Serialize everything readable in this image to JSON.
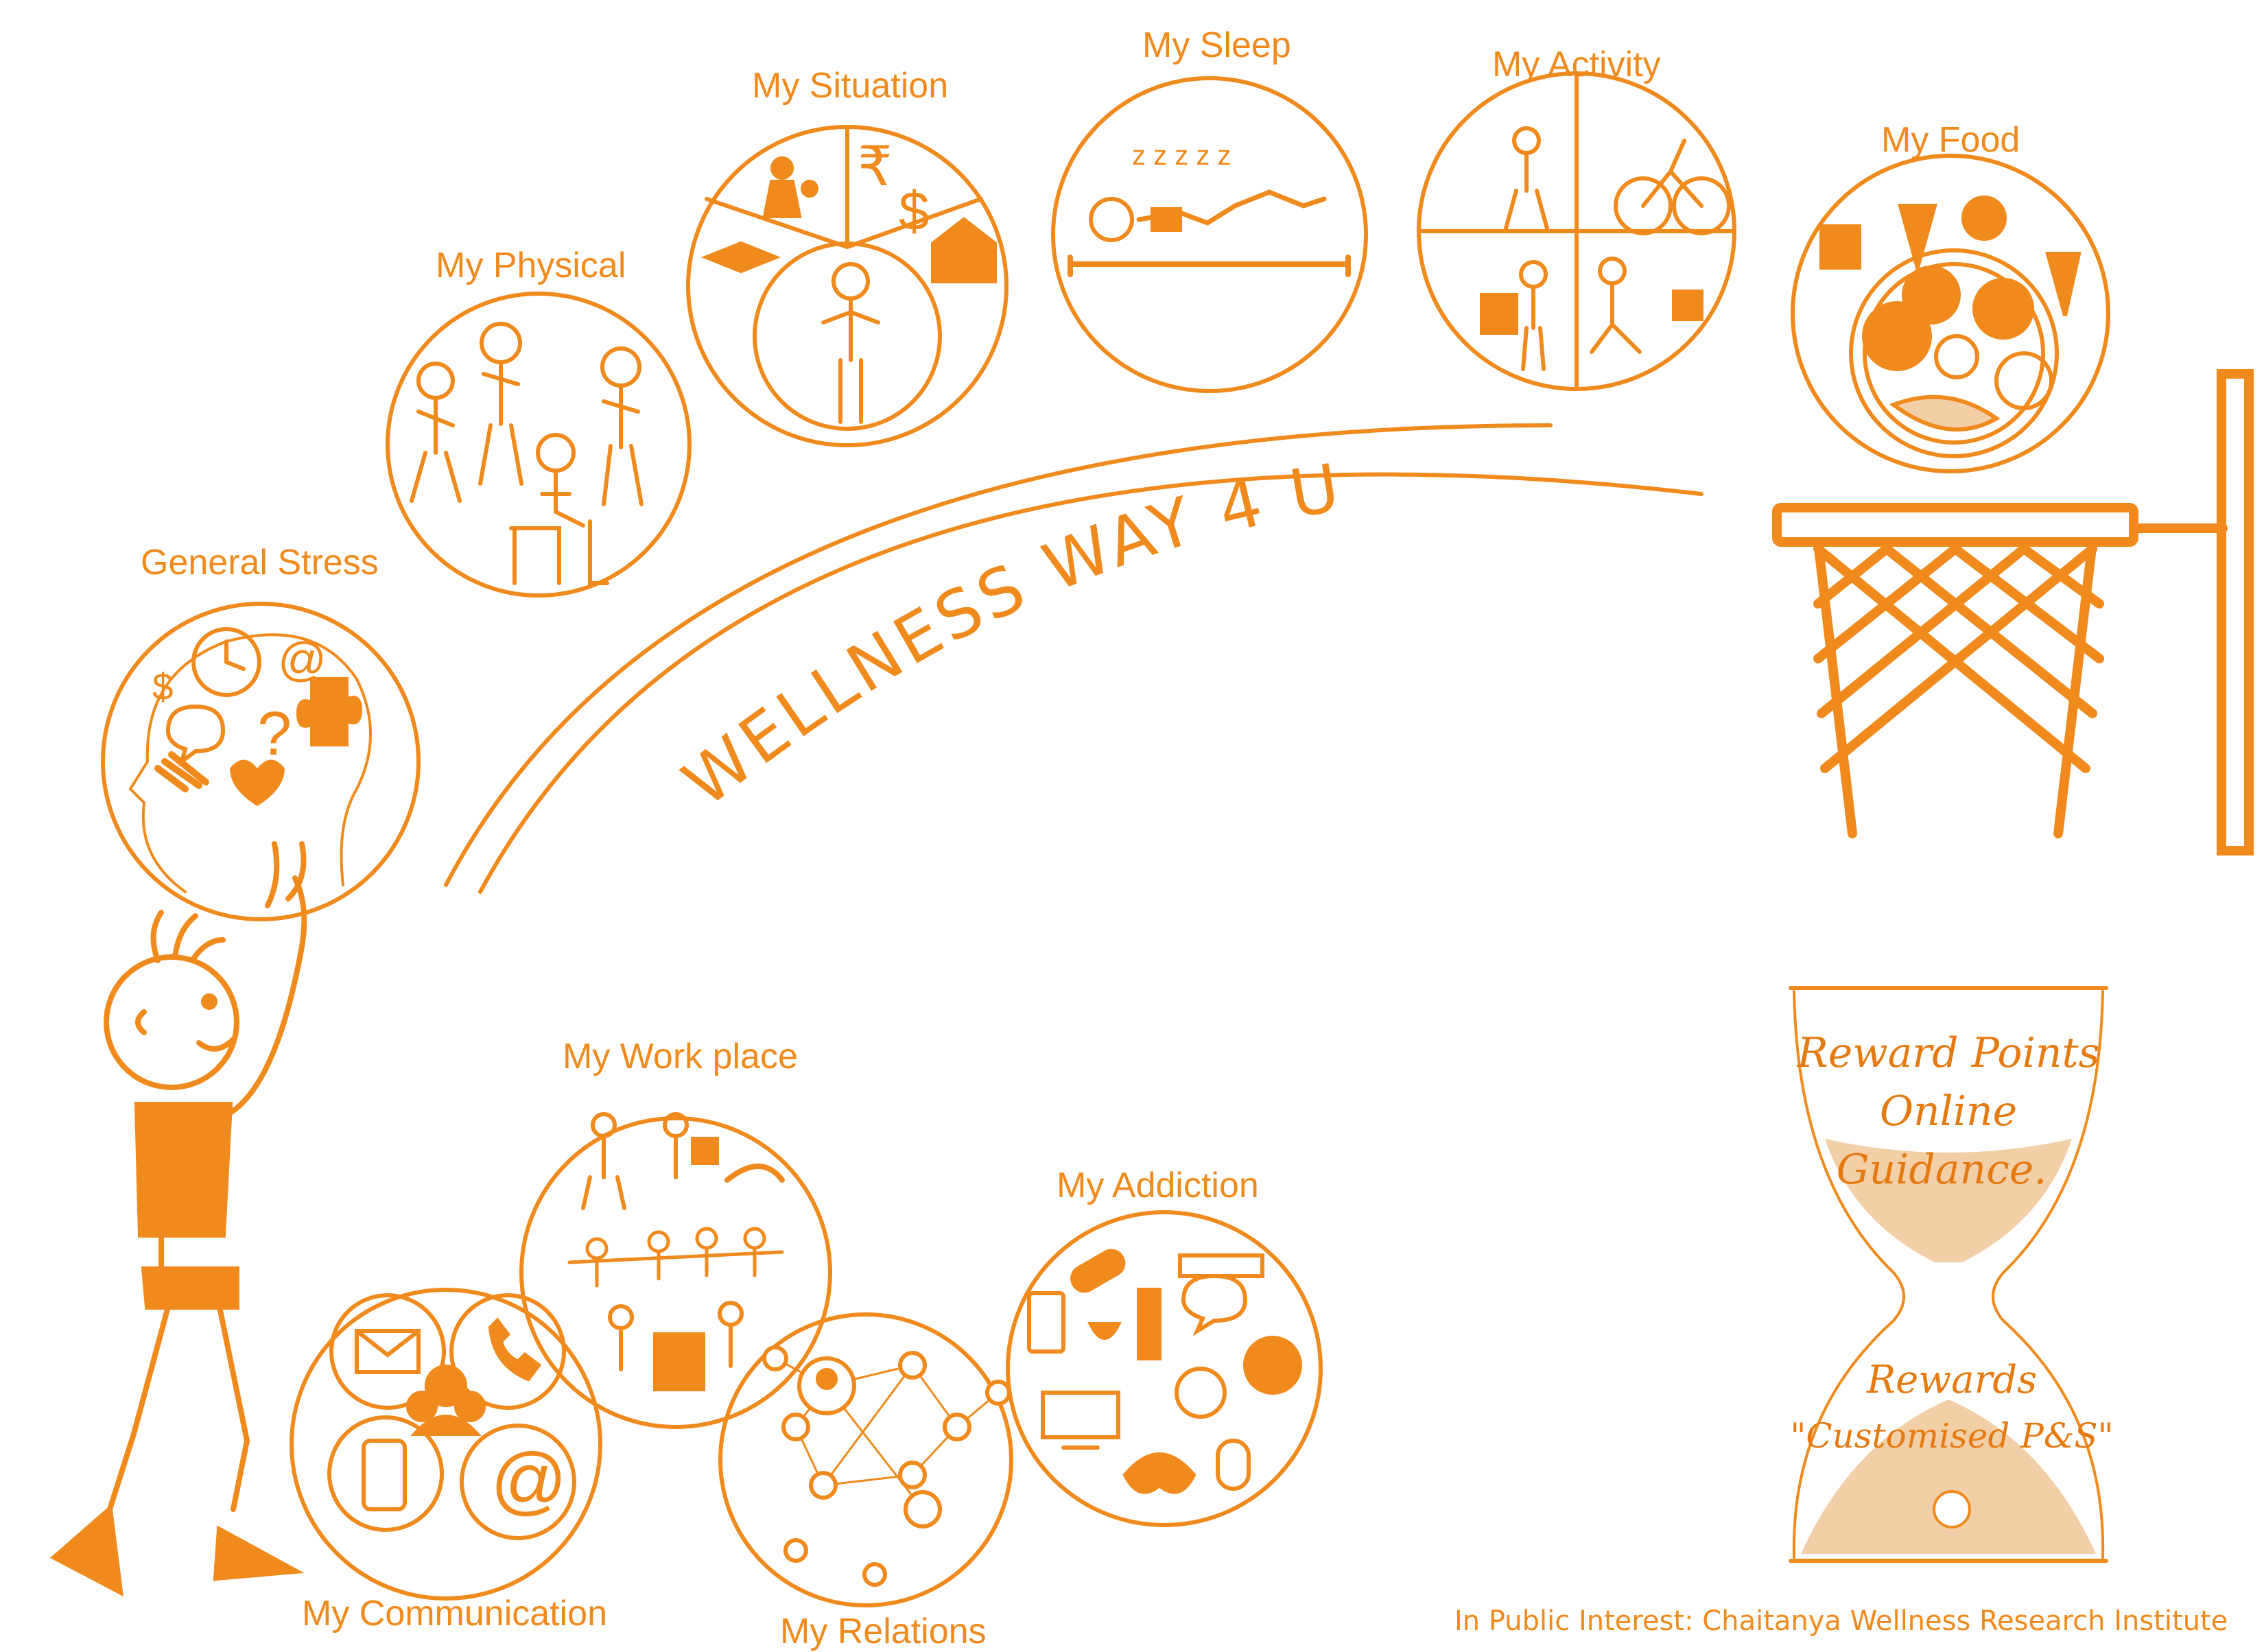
{
  "title": "WELLNESS WAY 4 U",
  "labels": {
    "general_stress": "General Stress",
    "physical": "My Physical",
    "situation": "My Situation",
    "sleep": "My Sleep",
    "activity": "My Activity",
    "food": "My Food",
    "workplace": "My Work place",
    "addiction": "My Addiction",
    "communication": "My Communication",
    "relations": "My Relations"
  },
  "hourglass": {
    "line1": "Reward Points",
    "line2": "Online",
    "line3": "Guidance.",
    "line4": "Rewards",
    "line5": "\"Customised P&S\""
  },
  "credit": "In Public Interest: Chaitanya Wellness Research Institute",
  "colors": {
    "accent": "#f08a1c",
    "sand": "#f3cfa8"
  }
}
